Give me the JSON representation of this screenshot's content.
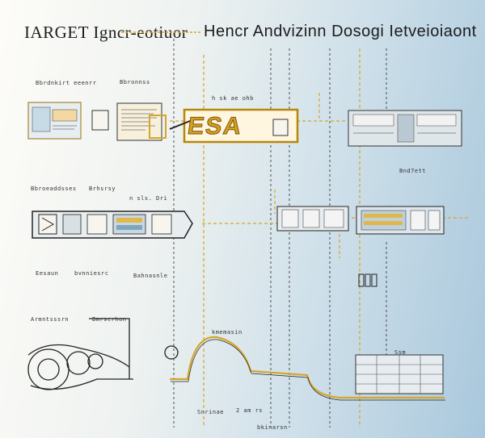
{
  "diagram": {
    "title_left": "IARGET Igncr-eotiuor",
    "title_right": "Hencr Andvizinn Dosogi Ietveioiaont",
    "logo_text": "ESA",
    "colors": {
      "gold": "#d6a52a",
      "ink": "#2a2a2a",
      "panel": "#dfe6ea",
      "background_right": "#a9c8dc"
    },
    "scribbles": {
      "s1": "Bbrdnkirt eeenrr",
      "s2": "Bbronnss",
      "s3": "h sk ae ohb",
      "s4": "Bnd7ett",
      "s5": "Bbroeaddsses",
      "s6": "Brhsrsy",
      "s7": "n sls. Dri",
      "s8": "Eesaun",
      "s9": "bvnniesrc",
      "s10": "Bahnasnle",
      "s11": "Armntsssrn",
      "s12": "Bmrscrhon",
      "s13": "kmemasin",
      "s14": "Ssm",
      "s15": "Snrinae",
      "s16": "2 am rs",
      "s17": "bkinarsn"
    }
  }
}
